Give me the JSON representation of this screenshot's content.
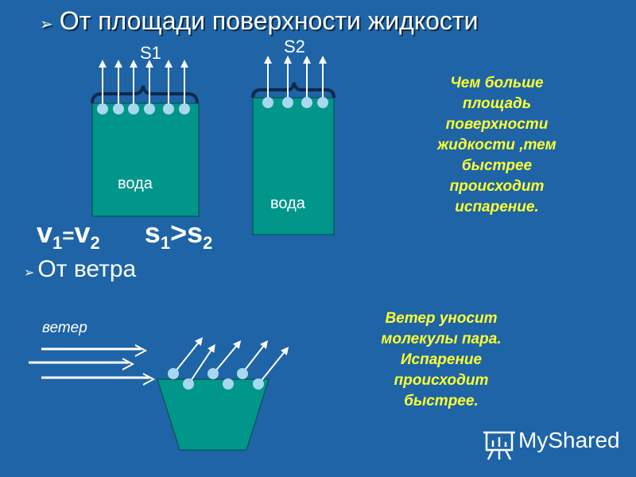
{
  "slide": {
    "bullet_marker": "➢",
    "heading1": "От площади поверхности жидкости",
    "heading2": "От ветра",
    "beaker1_label": "вода",
    "beaker2_label": "вода",
    "s1_label": "S1",
    "s2_label": "S2",
    "formula": {
      "v": "v",
      "sub1": "1",
      "eq": "=",
      "sub2": "2",
      "s": "s",
      "gt": ">"
    },
    "note_area": "Чем больше площадь поверхности жидкости ,тем быстрее происходит испарение.",
    "wind_label": "ветер",
    "note_wind": "Ветер уносит молекулы пара. Испарение происходит быстрее.",
    "logo_text": "MyShared"
  },
  "colors": {
    "background": "#1e64a6",
    "water": "#00968a",
    "note": "#ffff33",
    "text": "#ffffff"
  },
  "icons": [
    "bullet-arrow-icon",
    "vapor-arrow-icon",
    "molecule-icon",
    "wind-arrow-icon",
    "presentation-logo-icon"
  ]
}
